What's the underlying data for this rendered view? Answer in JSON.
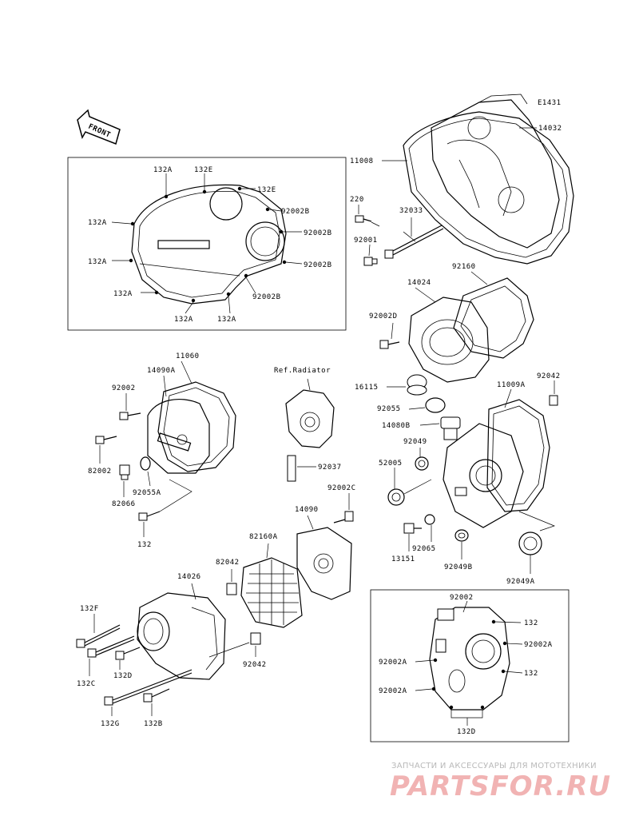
{
  "diagram_code": "E1431",
  "front_label": "FRONT",
  "ref_label": "Ref.Radiator",
  "labels": {
    "p14032": "14032",
    "p11008": "11008",
    "p220": "220",
    "p32033": "32033",
    "p92001": "92001",
    "p92160": "92160",
    "p14024": "14024",
    "p92002d": "92002D",
    "p132a_1": "132A",
    "p132e_1": "132E",
    "p132e_2": "132E",
    "p132a_2": "132A",
    "p92002b_1": "92002B",
    "p92002b_2": "92002B",
    "p132a_3": "132A",
    "p92002b_3": "92002B",
    "p132a_4": "132A",
    "p92002b_4": "92002B",
    "p132a_5": "132A",
    "p132a_6": "132A",
    "p11060": "11060",
    "p14090a": "14090A",
    "p92002_l": "92002",
    "p82002": "82002",
    "p92055a": "92055A",
    "p82066": "82066",
    "p132_l": "132",
    "p92037": "92037",
    "p16115": "16115",
    "p92055": "92055",
    "p14080b": "14080B",
    "p92049": "92049",
    "p52005": "52005",
    "p11009a": "11009A",
    "p92042_r": "92042",
    "p92065": "92065",
    "p13151": "13151",
    "p92049b": "92049B",
    "p92049a": "92049A",
    "p92002c": "92002C",
    "p14090": "14090",
    "p82160a": "82160A",
    "p82042": "82042",
    "p14026": "14026",
    "p132f": "132F",
    "p132c": "132C",
    "p132d": "132D",
    "p92042_b": "92042",
    "p132g": "132G",
    "p132b": "132B",
    "p92002_i": "92002",
    "p132_i1": "132",
    "p92002a_1": "92002A",
    "p92002a_2": "92002A",
    "p132_i2": "132",
    "p92002a_3": "92002A",
    "p132d_i": "132D"
  },
  "watermark": {
    "caption": "ЗАПЧАСТИ И АКСЕССУАРЫ ДЛЯ МОТОТЕХНИКИ",
    "logo": "PARTSFOR.RU"
  }
}
